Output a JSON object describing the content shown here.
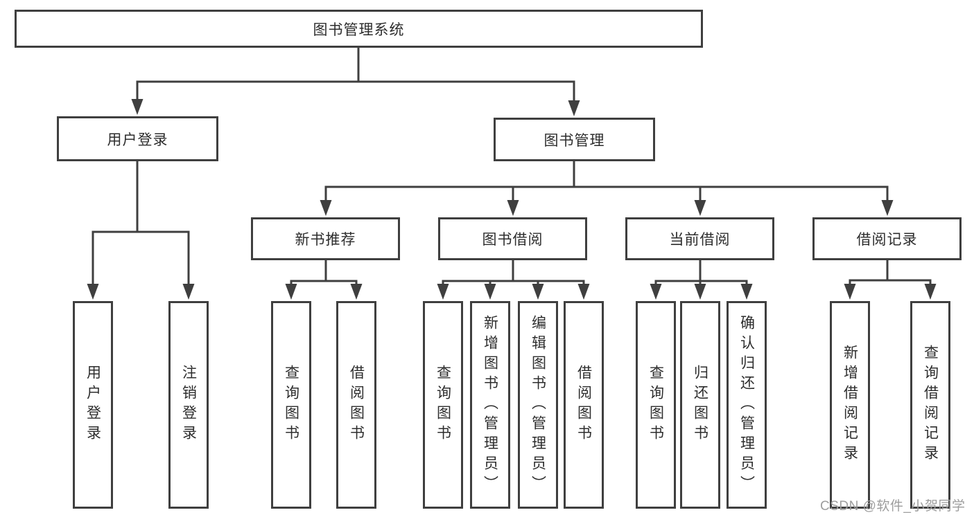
{
  "diagram": {
    "type": "tree",
    "root": {
      "label": "图书管理系统"
    },
    "level2": [
      {
        "label": "用户登录"
      },
      {
        "label": "图书管理"
      }
    ],
    "level3": [
      {
        "label": "新书推荐"
      },
      {
        "label": "图书借阅"
      },
      {
        "label": "当前借阅"
      },
      {
        "label": "借阅记录"
      }
    ],
    "leaves": [
      {
        "label": "用户登录"
      },
      {
        "label": "注销登录"
      },
      {
        "label": "查询图书"
      },
      {
        "label": "借阅图书"
      },
      {
        "label": "查询图书"
      },
      {
        "label": "新增图书（管理员）"
      },
      {
        "label": "编辑图书（管理员）"
      },
      {
        "label": "借阅图书"
      },
      {
        "label": "查询图书"
      },
      {
        "label": "归还图书"
      },
      {
        "label": "确认归还（管理员）"
      },
      {
        "label": "新增借阅记录"
      },
      {
        "label": "查询借阅记录"
      }
    ],
    "hierarchy": {
      "图书管理系统": {
        "用户登录": [
          "用户登录",
          "注销登录"
        ],
        "图书管理": {
          "新书推荐": [
            "查询图书",
            "借阅图书"
          ],
          "图书借阅": [
            "查询图书",
            "新增图书（管理员）",
            "编辑图书（管理员）",
            "借阅图书"
          ],
          "当前借阅": [
            "查询图书",
            "归还图书",
            "确认归还（管理员）"
          ],
          "借阅记录": [
            "新增借阅记录",
            "查询借阅记录"
          ]
        }
      }
    },
    "colors": {
      "line": "#3f3f3f",
      "text": "#2d2d2d",
      "box_background": "#ffffff",
      "page_background": "#ffffff",
      "watermark": "#9d9d9d"
    }
  },
  "watermark": {
    "text": "CSDN @软件_小贺同学"
  }
}
